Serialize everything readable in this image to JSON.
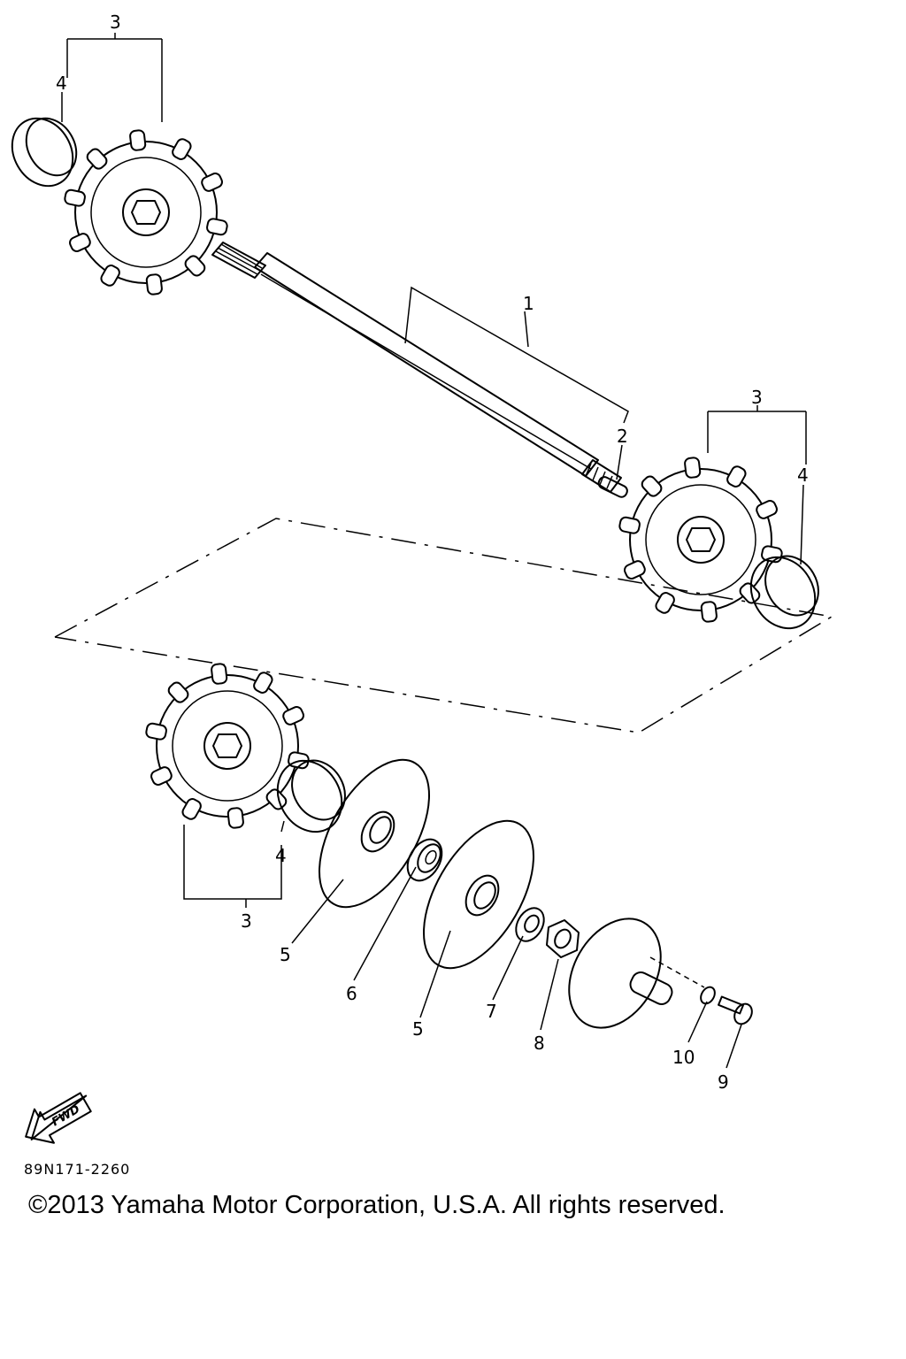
{
  "diagram": {
    "callouts": {
      "c1": "1",
      "c2": "2",
      "c3a": "3",
      "c3b": "3",
      "c3c": "3",
      "c4a": "4",
      "c4b": "4",
      "c4c": "4",
      "c5a": "5",
      "c5b": "5",
      "c6": "6",
      "c7": "7",
      "c8": "8",
      "c9": "9",
      "c10": "10"
    },
    "fwd_label": "FWD"
  },
  "footer": {
    "drawing_code": "89N171-2260",
    "copyright": "©2013 Yamaha Motor Corporation, U.S.A. All rights reserved."
  }
}
